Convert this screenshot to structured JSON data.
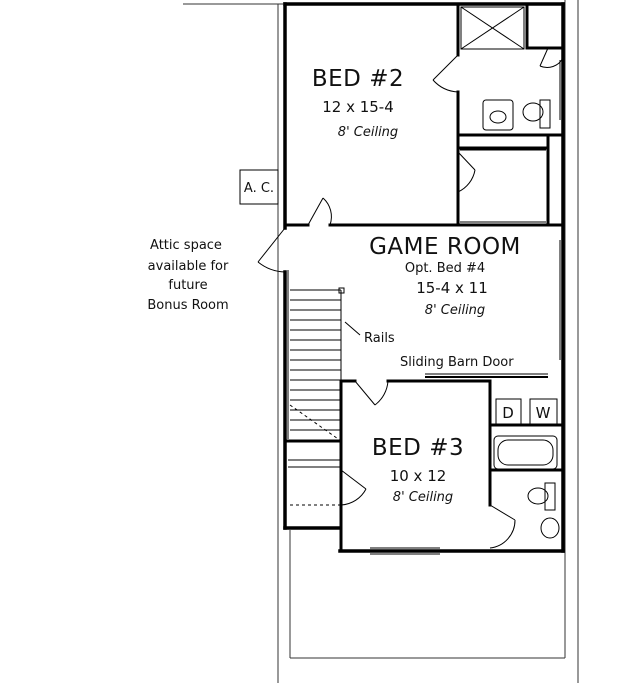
{
  "rooms": {
    "bed2": {
      "name": "BED #2",
      "dims": "12 x 15-4",
      "ceiling": "8' Ceiling"
    },
    "game": {
      "name": "GAME ROOM",
      "note": "Opt. Bed #4",
      "dims": "15-4 x 11",
      "ceiling": "8' Ceiling"
    },
    "bed3": {
      "name": "BED #3",
      "dims": "10 x 12",
      "ceiling": "8' Ceiling"
    }
  },
  "labels": {
    "ac": "A. C.",
    "attic": [
      "Attic space",
      "available for",
      "future",
      "Bonus Room"
    ],
    "rails": "Rails",
    "barn_door": "Sliding Barn Door",
    "dryer": "D",
    "washer": "W"
  }
}
